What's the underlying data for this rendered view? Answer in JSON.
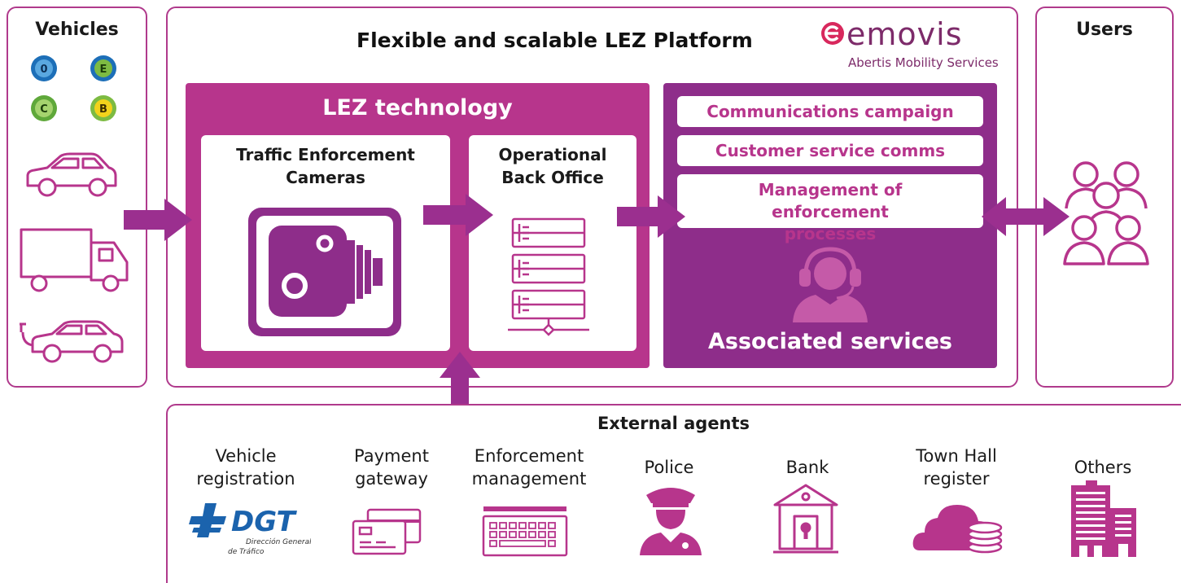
{
  "vehicles": {
    "title": "Vehicles",
    "badges": [
      "0",
      "E",
      "C",
      "B"
    ],
    "icons": [
      "car-icon",
      "truck-icon",
      "electric-car-icon"
    ]
  },
  "platform": {
    "title": "Flexible and scalable LEZ Platform",
    "logo": {
      "brand": "emovis",
      "tagline": "Abertis Mobility Services"
    },
    "lez_technology": {
      "title": "LEZ technology",
      "cameras": "Traffic Enforcement Cameras",
      "back_office": "Operational Back Office"
    },
    "services": {
      "items": [
        "Communications campaign",
        "Customer service comms",
        "Management of enforcement processes"
      ],
      "footer": "Associated services"
    }
  },
  "users": {
    "title": "Users"
  },
  "external": {
    "title": "External agents",
    "agents": [
      {
        "label": "Vehicle registration",
        "icon": "dgt-logo"
      },
      {
        "label": "Payment gateway",
        "icon": "payment-cards-icon"
      },
      {
        "label": "Enforcement management",
        "icon": "keyboard-icon"
      },
      {
        "label": "Police",
        "icon": "police-icon"
      },
      {
        "label": "Bank",
        "icon": "bank-icon"
      },
      {
        "label": "Town Hall register",
        "icon": "cloud-coins-icon"
      },
      {
        "label": "Others",
        "icon": "building-icon"
      }
    ],
    "dgt": {
      "name": "DGT",
      "line1": "Dirección General",
      "line2": "de Tráfico"
    }
  },
  "colors": {
    "magenta": "#b7358c",
    "purple": "#8e2d8a",
    "border": "#b03a8c",
    "badge_blue": "#1d6fb8",
    "badge_green": "#7dbb42",
    "badge_yellow": "#f2d21b"
  }
}
